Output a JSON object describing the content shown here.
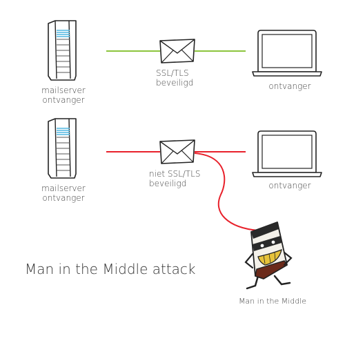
{
  "scenarios": [
    {
      "sender_label_line1": "mailserver",
      "sender_label_line2": "ontvanger",
      "channel_label_line1": "SSL/TLS",
      "channel_label_line2": "beveiligd",
      "receiver_label": "ontvanger",
      "line_color": "#8cc43c"
    },
    {
      "sender_label_line1": "mailserver",
      "sender_label_line2": "ontvanger",
      "channel_label_line1": "niet SSL/TLS",
      "channel_label_line2": "beveiligd",
      "receiver_label": "ontvanger",
      "line_color": "#e8202a"
    }
  ],
  "attacker_label": "Man in the Middle",
  "title": "Man in the Middle attack",
  "icons": {
    "server": "server-icon",
    "envelope": "envelope-icon",
    "laptop": "laptop-icon",
    "attacker": "attacker-character-icon"
  }
}
